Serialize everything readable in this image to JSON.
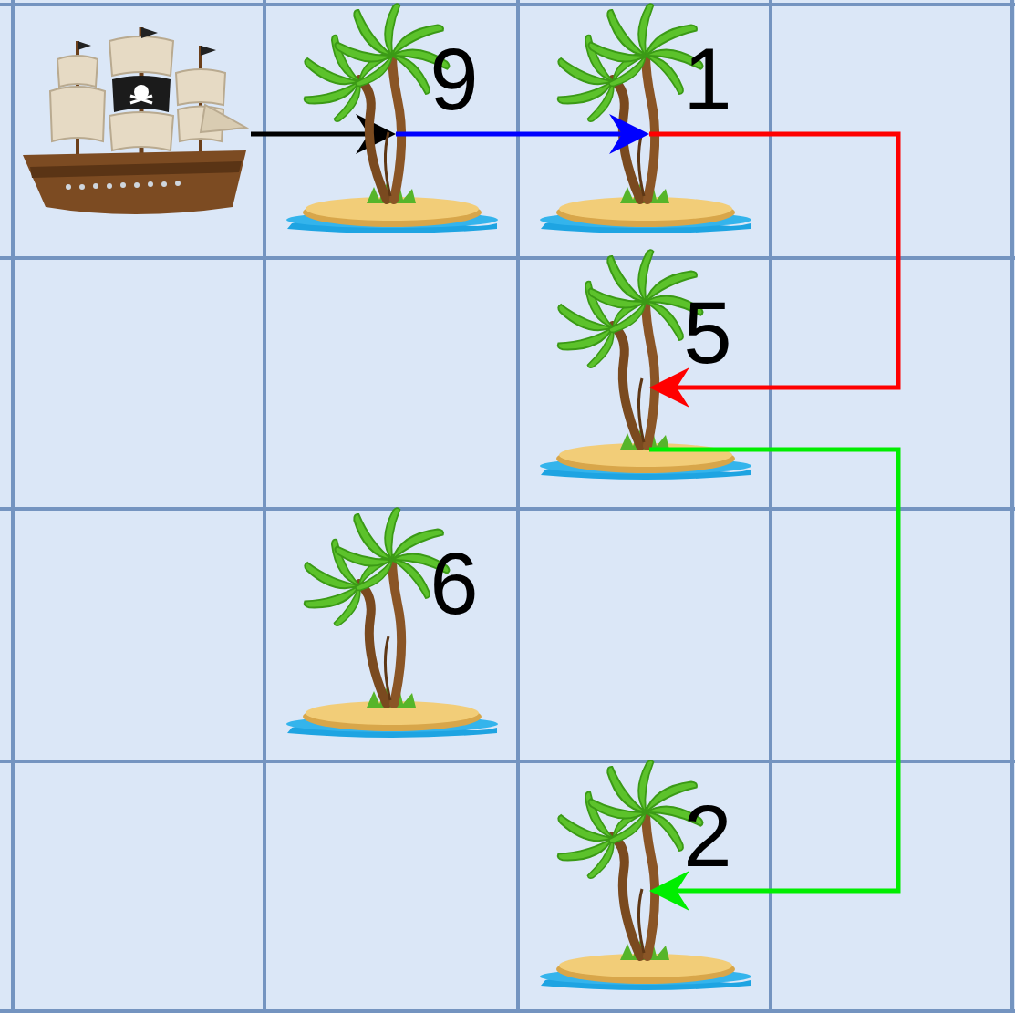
{
  "diagram": {
    "nodes": [
      {
        "text": [
          "9"
        ]
      },
      {
        "text": [
          "1"
        ]
      },
      {
        "text": [
          "5"
        ]
      },
      {
        "text": [
          "6"
        ]
      },
      {
        "text": [
          "2"
        ]
      }
    ],
    "edges": [
      {
        "from": 0,
        "to": 1,
        "arrow": "to"
      },
      {
        "from": 1,
        "to": 2,
        "arrow": "to"
      },
      {
        "from": 2,
        "to": 4,
        "arrow": "to"
      }
    ]
  }
}
